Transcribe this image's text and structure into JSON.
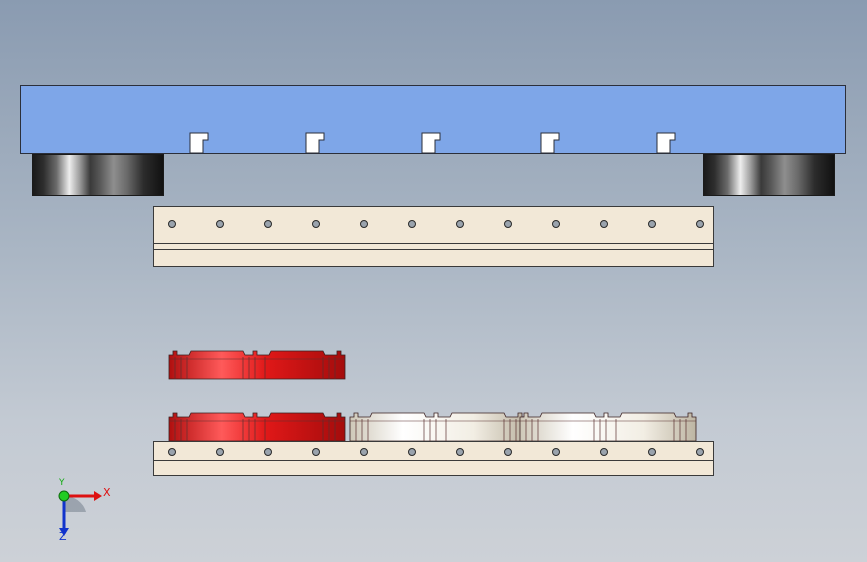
{
  "scene": {
    "colors": {
      "beam": "#7ea6e8",
      "rail": "#f2e8d7",
      "red_block": "#e61c1c",
      "white_block": "#ece7dc",
      "edge": "#2b2f3a",
      "hole": "#9aa3ad"
    },
    "parts": [
      "cross-beam",
      "left-roller",
      "right-roller",
      "top-rail",
      "single-red-fixture",
      "fixture-row",
      "bottom-rail"
    ]
  },
  "axis_triad": {
    "x_label": "X",
    "y_label": "Y",
    "z_label": "Z",
    "x_color": "#dd1111",
    "y_color": "#11aa11",
    "z_color": "#1133cc",
    "icons": [
      "x-arrow-icon",
      "y-axis-dot-icon",
      "z-arrow-icon"
    ]
  }
}
